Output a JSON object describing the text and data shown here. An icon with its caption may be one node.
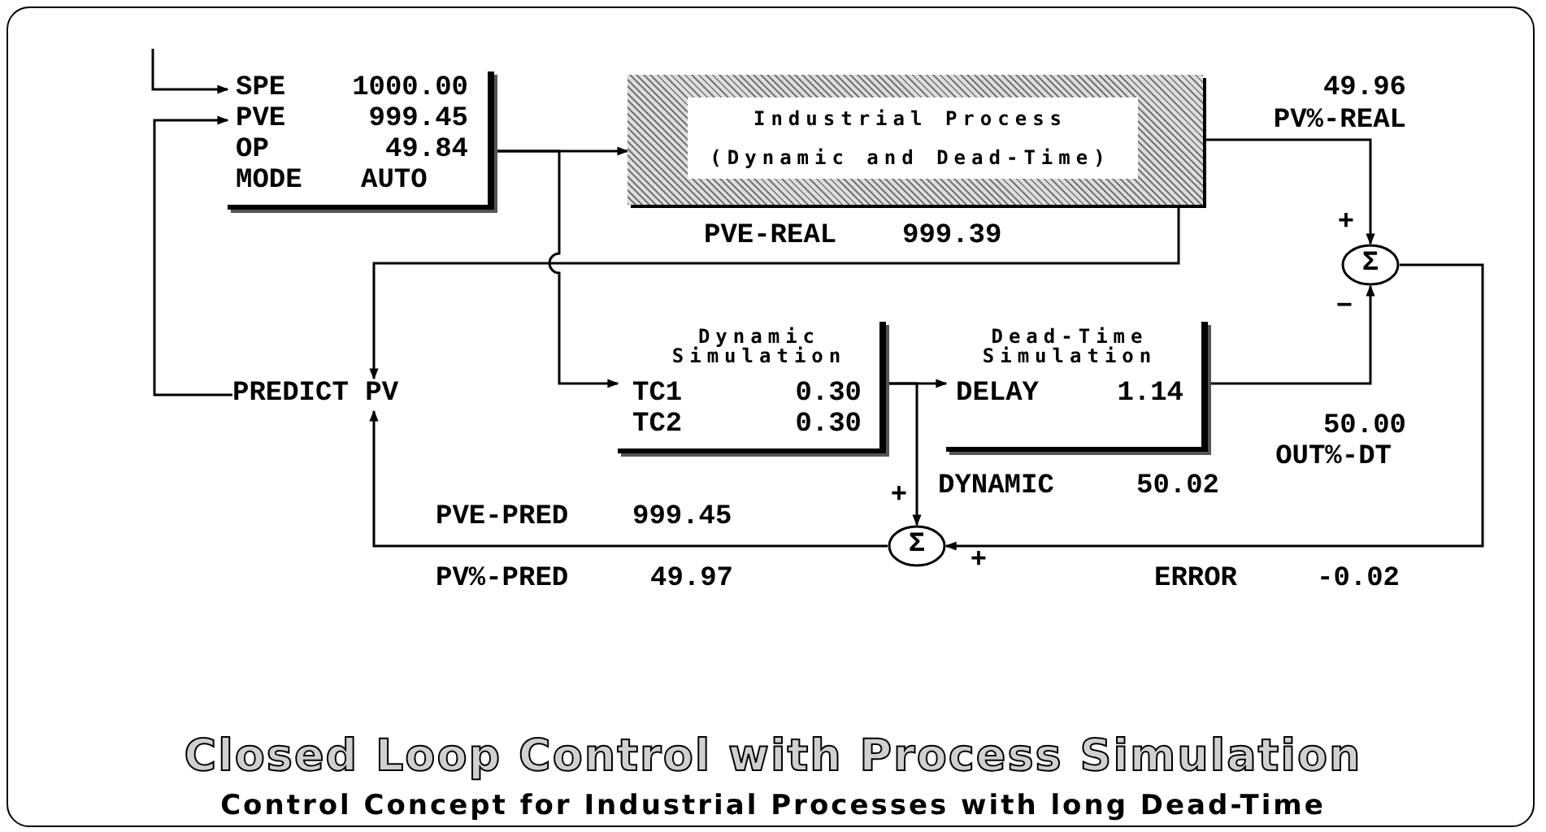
{
  "diagram": {
    "title": "Closed Loop Control with Process Simulation",
    "caption": "Control Concept for Industrial Processes with long Dead-Time",
    "nodes": [
      {
        "text": [
          "SPE",
          "1000.00",
          "PVE",
          "999.45",
          "OP",
          "49.84",
          "MODE",
          "AUTO"
        ]
      },
      {
        "text": [
          "Industrial Process",
          "(Dynamic and Dead-Time)"
        ]
      },
      {
        "text": [
          "Σ"
        ]
      },
      {
        "text": [
          "PREDICT PV"
        ]
      },
      {
        "text": [
          "Dynamic Simulation",
          "TC1",
          "0.30",
          "TC2",
          "0.30"
        ]
      },
      {
        "text": [
          "Dead-Time Simulation",
          "DELAY",
          "1.14"
        ]
      },
      {
        "text": [
          "Σ"
        ]
      }
    ],
    "edges": [
      {
        "from": null,
        "to": 0,
        "arrow": "to"
      },
      {
        "from": 3,
        "to": 0,
        "arrow": "to"
      },
      {
        "from": 0,
        "to": 1,
        "arrow": "to"
      },
      {
        "from": 0,
        "to": 4,
        "arrow": "to"
      },
      {
        "from": 1,
        "to": 2,
        "arrow": "to"
      },
      {
        "from": 1,
        "to": 3,
        "arrow": "to"
      },
      {
        "from": 5,
        "to": 2,
        "arrow": "to"
      },
      {
        "from": 4,
        "to": 5,
        "arrow": "to"
      },
      {
        "from": 4,
        "to": 6,
        "arrow": "to"
      },
      {
        "from": 2,
        "to": 6,
        "arrow": "to"
      },
      {
        "from": 6,
        "to": 3,
        "arrow": "to"
      }
    ],
    "labels": [
      "49.96",
      "PV%-REAL",
      "PVE-REAL",
      "999.39",
      "+",
      "−",
      "50.00",
      "OUT%-DT",
      "DYNAMIC",
      "50.02",
      "+",
      "PVE-PRED",
      "999.45",
      "PV%-PRED",
      "49.97",
      "+",
      "ERROR",
      "-0.02"
    ]
  }
}
